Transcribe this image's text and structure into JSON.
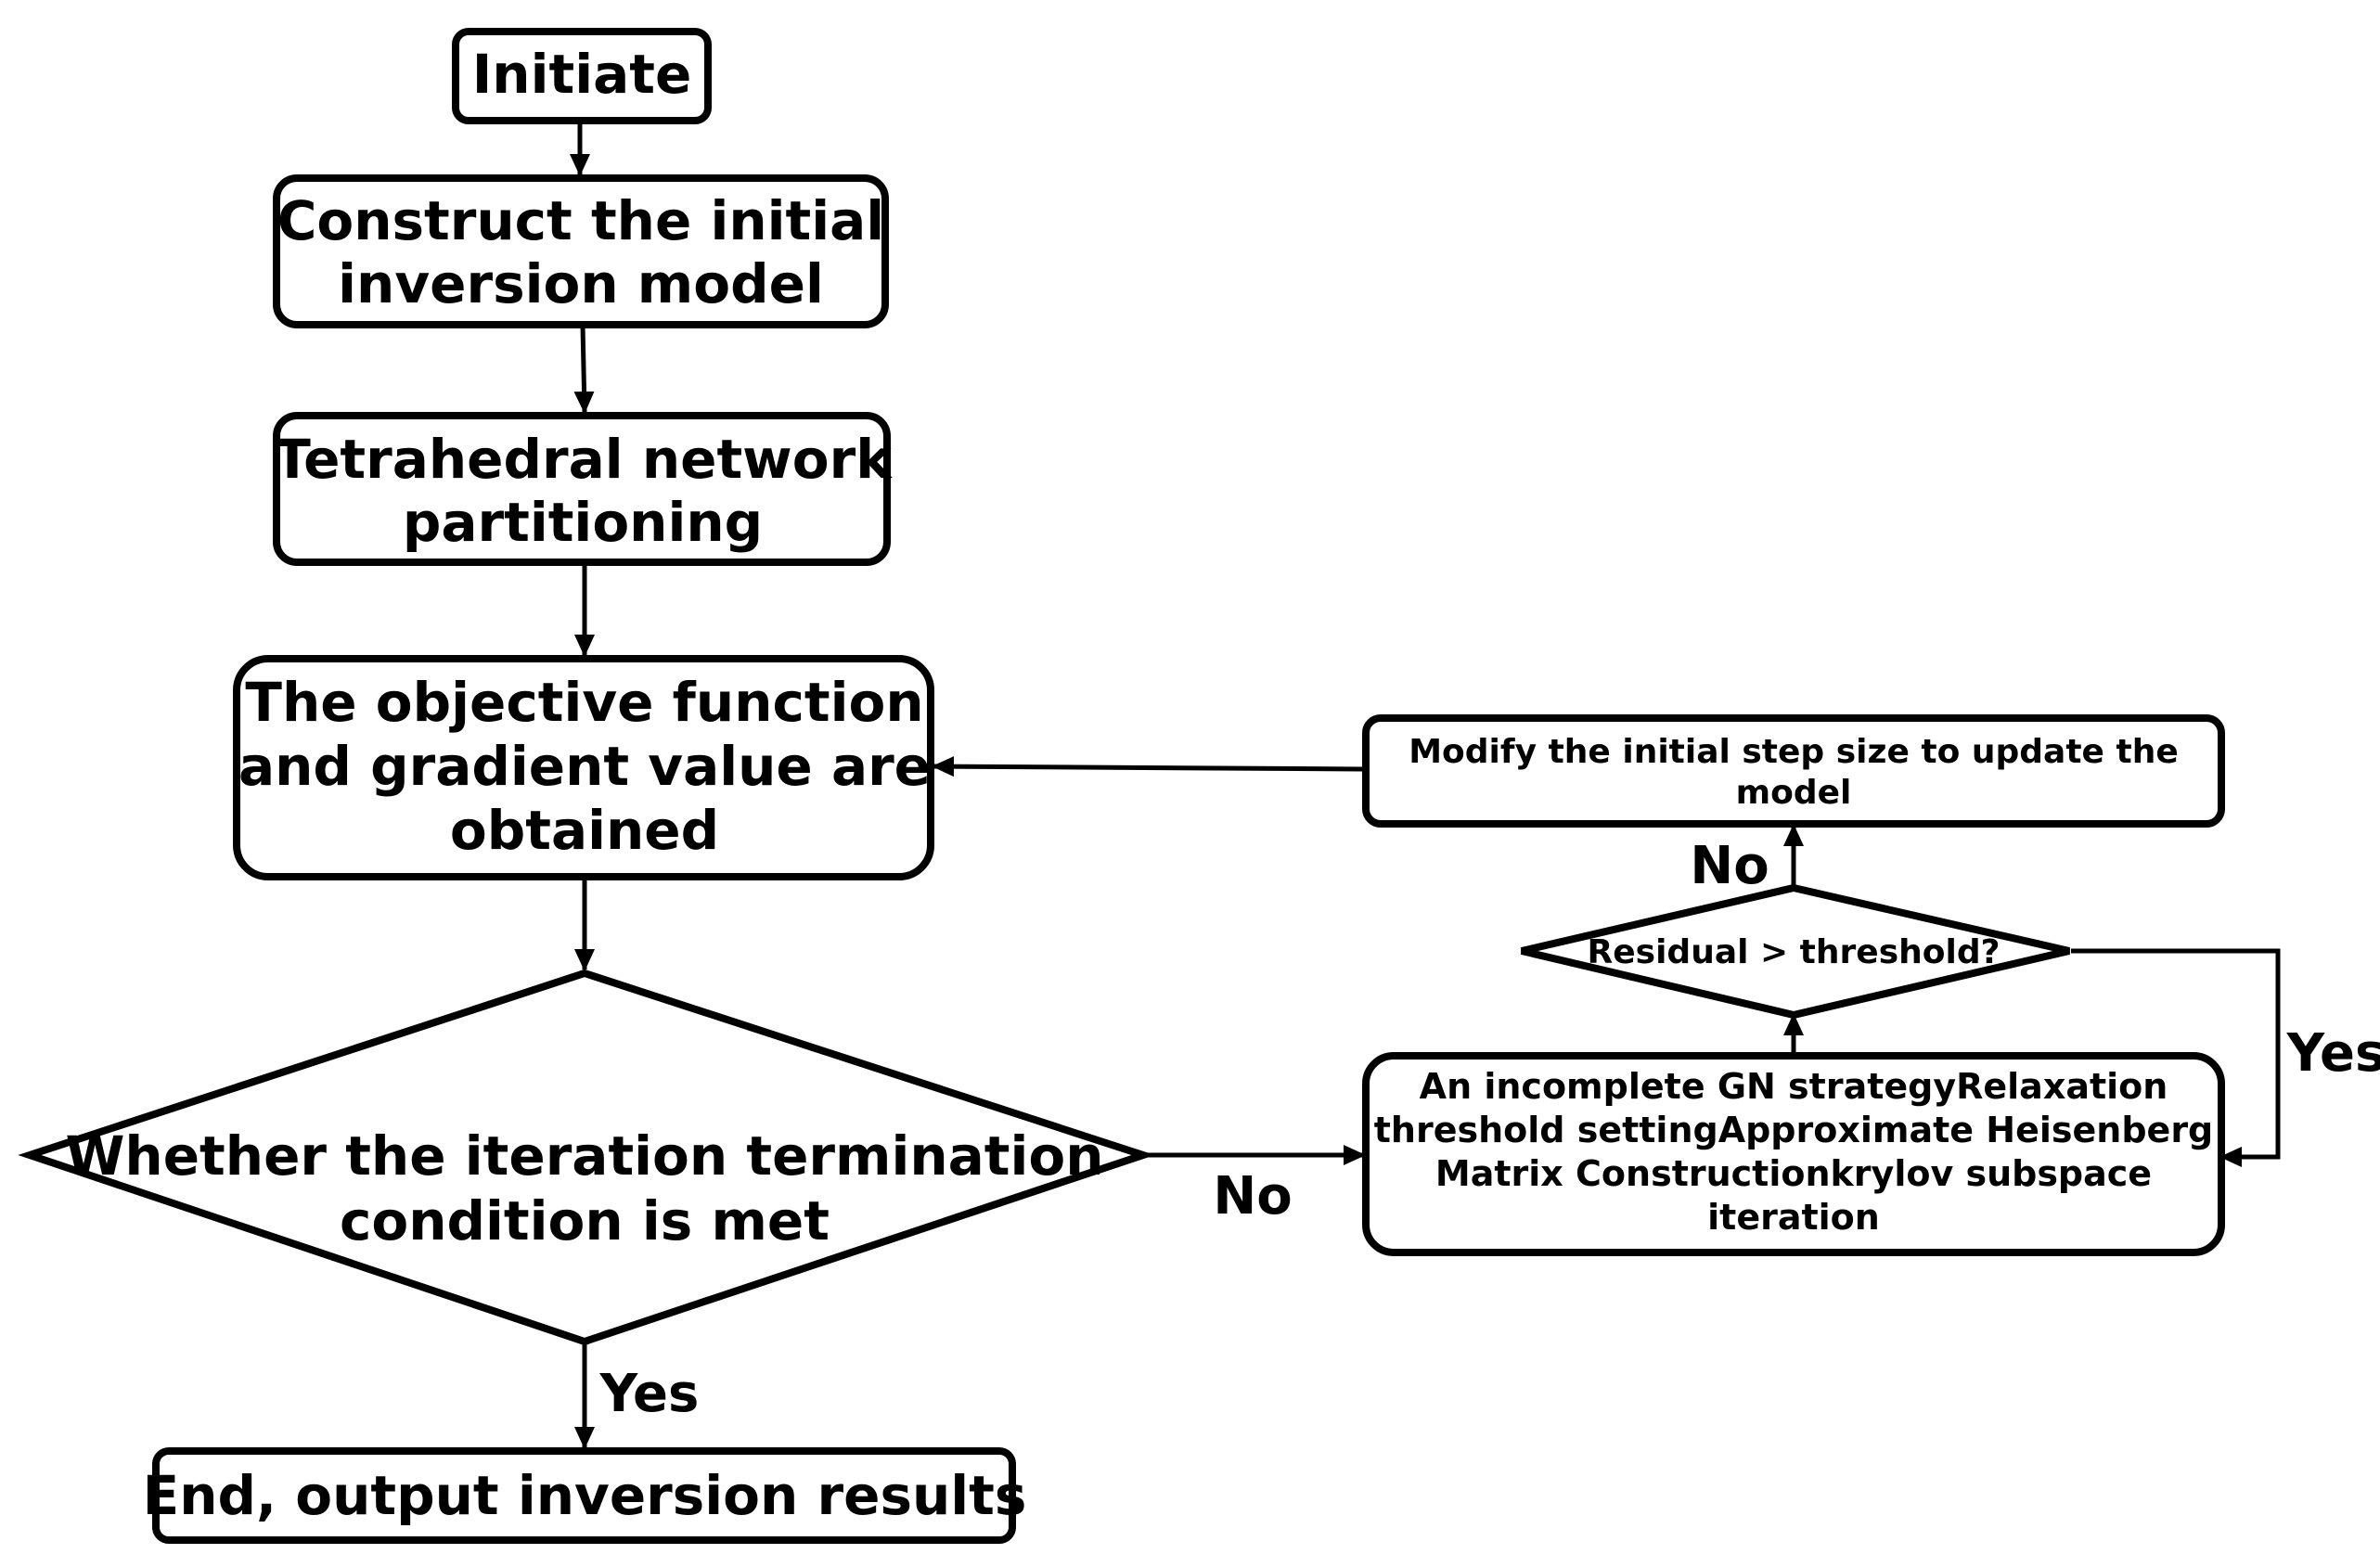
{
  "nodes": {
    "initiate": "Initiate",
    "construct": [
      "Construct the initial",
      "inversion model"
    ],
    "tetra": [
      "Tetrahedral network",
      "partitioning"
    ],
    "objective": [
      "The objective function",
      "and gradient value are",
      "obtained"
    ],
    "termination": [
      "Whether the iteration termination",
      "condition is met"
    ],
    "end": "End, output inversion results",
    "modify": [
      "Modify the initial step size to update the",
      "model"
    ],
    "residual": "Residual > threshold?",
    "gn": [
      "An incomplete GN strategyRelaxation",
      "threshold settingApproximate Heisenberg",
      "Matrix Constructionkrylov subspace",
      "iteration"
    ]
  },
  "edge_labels": {
    "termination_no": "No",
    "termination_yes": "Yes",
    "residual_no": "No",
    "residual_yes": "Yes"
  }
}
